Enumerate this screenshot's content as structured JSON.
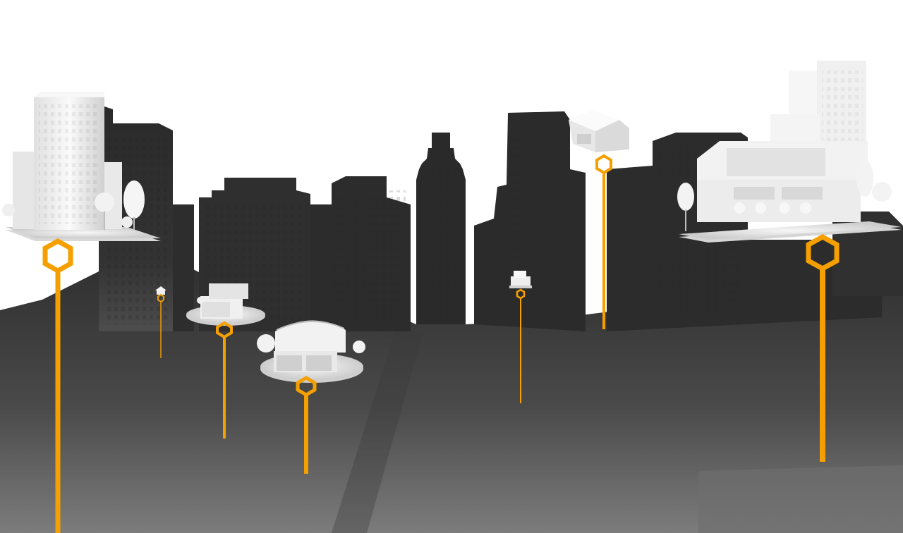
{
  "scene": {
    "subject": "city-skyline-with-floating-buildings",
    "colors": {
      "background": "#ffffff",
      "skyline_dark": "#2b2b2b",
      "skyline_mid": "#3a3a3a",
      "ground_fade": "#7a7a7a",
      "marker_orange": "#f5a000",
      "building_white": "#f2f2f2",
      "building_shade": "#cfcfcf"
    },
    "markers": [
      {
        "id": "marker-far-left",
        "icon": "hexagon-pin-icon"
      },
      {
        "id": "marker-left-small",
        "icon": "hexagon-pin-icon"
      },
      {
        "id": "marker-left-house",
        "icon": "hexagon-pin-icon"
      },
      {
        "id": "marker-center-arch",
        "icon": "hexagon-pin-icon"
      },
      {
        "id": "marker-right-small",
        "icon": "hexagon-pin-icon"
      },
      {
        "id": "marker-right-house",
        "icon": "hexagon-pin-icon"
      },
      {
        "id": "marker-far-right",
        "icon": "hexagon-pin-icon"
      }
    ]
  }
}
